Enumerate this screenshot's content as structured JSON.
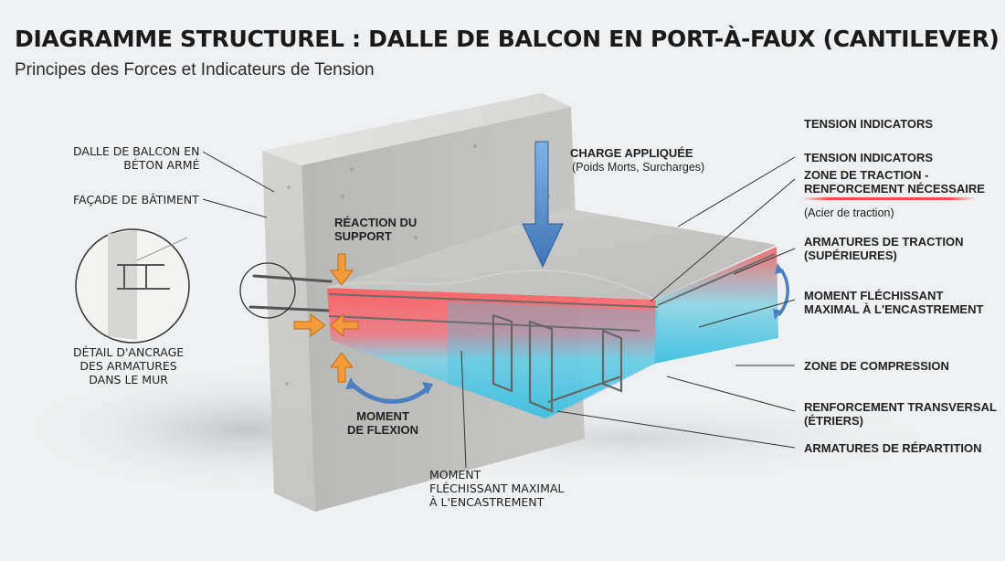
{
  "title": "DIAGRAMME STRUCTUREL : DALLE DE BALCON EN PORT-À-FAUX (CANTILEVER)",
  "subtitle": "Principes des Forces et Indicateurs de Tension",
  "labels": {
    "dalle_line1": "DALLE DE BALCON EN",
    "dalle_line2": "BÉTON ARMÉ",
    "facade": "FAÇADE DE BÂTIMENT",
    "detail_line1": "DÉTAIL D'ANCRAGE",
    "detail_line2": "DES ARMATURES",
    "detail_line3": "DANS LE MUR",
    "reaction_line1": "RÉACTION DU",
    "reaction_line2": "SUPPORT",
    "charge_title": "CHARGE APPLIQUÉE",
    "charge_sub": "(Poids Morts, Surcharges)",
    "moment_flexion_line1": "MOMENT",
    "moment_flexion_line2": "DE FLEXION",
    "moment_max_line1": "MOMENT",
    "moment_max_line2": "FLÉCHISSANT MAXIMAL",
    "moment_max_line3": "À L'ENCASTREMENT",
    "tension_header": "TENSION INDICATORS",
    "tension_indicators": "TENSION INDICATORS",
    "zone_traction_line1": "ZONE DE TRACTION -",
    "zone_traction_line2": "RENFORCEMENT NÉCESSAIRE",
    "acier": "(Acier de traction)",
    "armatures_traction_line1": "ARMATURES DE TRACTION",
    "armatures_traction_line2": "(SUPÉRIEURES)",
    "moment_right_line1": "MOMENT FLÉCHISSANT",
    "moment_right_line2": "MAXIMAL À L'ENCASTREMENT",
    "zone_compression": "ZONE DE COMPRESSION",
    "renfort_line1": "RENFORCEMENT TRANSVERSAL",
    "renfort_line2": "(ÉTRIERS)",
    "armatures_repartition": "ARMATURES DE RÉPARTITION"
  },
  "colors": {
    "tension": "#ef4b4b",
    "compression": "#3fc7e0",
    "load_arrow": "#4a7fc0",
    "reaction_arrow": "#f39a3a",
    "concrete": "#c9c9c7"
  }
}
